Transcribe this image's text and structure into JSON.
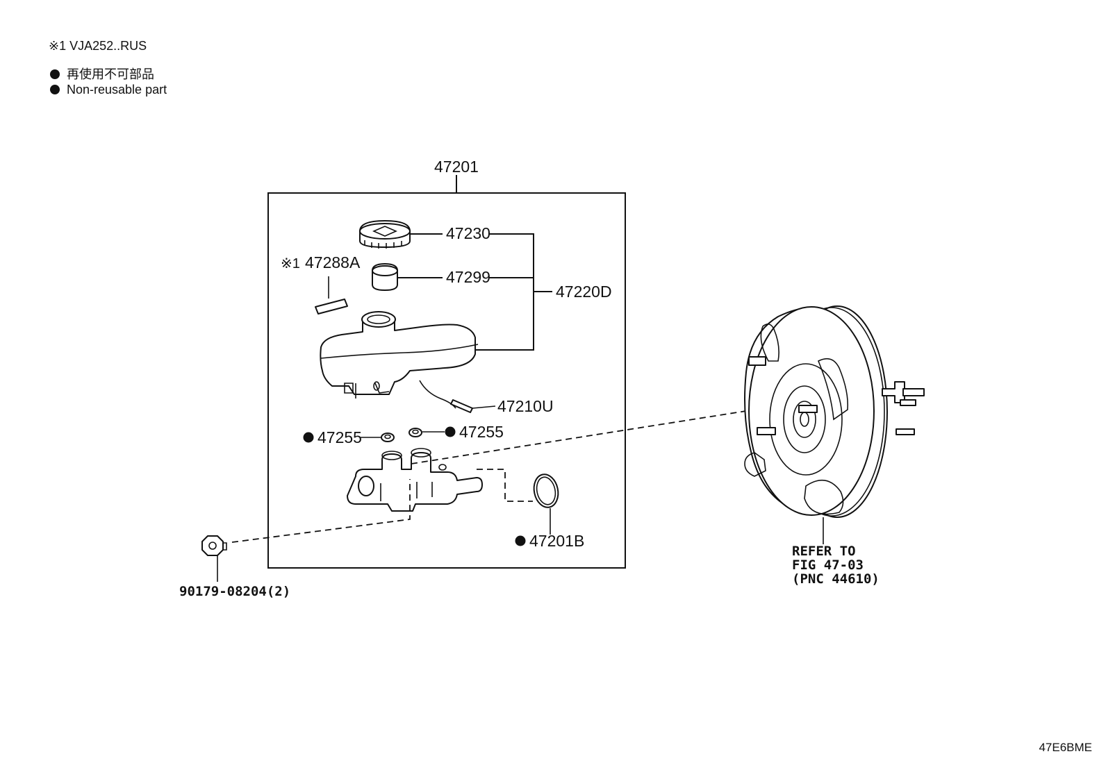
{
  "notes": {
    "variant_marker": "※1",
    "variant_text": "VJA252..RUS",
    "legend_ja": "再使用不可部品",
    "legend_en": "Non-reusable part"
  },
  "parts": {
    "master_cylinder_assy": "47201",
    "reservoir_cap": "47230",
    "strainer": "47299",
    "reservoir_sub_assy": "47220D",
    "label_marker": "※1",
    "label": "47288A",
    "reservoir_pin": "47210U",
    "grommet_left": "47255",
    "grommet_right": "47255",
    "o_ring": "47201B",
    "nut": "90179-08204(2)"
  },
  "refer": {
    "line1": "REFER TO",
    "line2": "FIG 47-03",
    "line3": "(PNC 44610)"
  },
  "doc_id": "47E6BME"
}
